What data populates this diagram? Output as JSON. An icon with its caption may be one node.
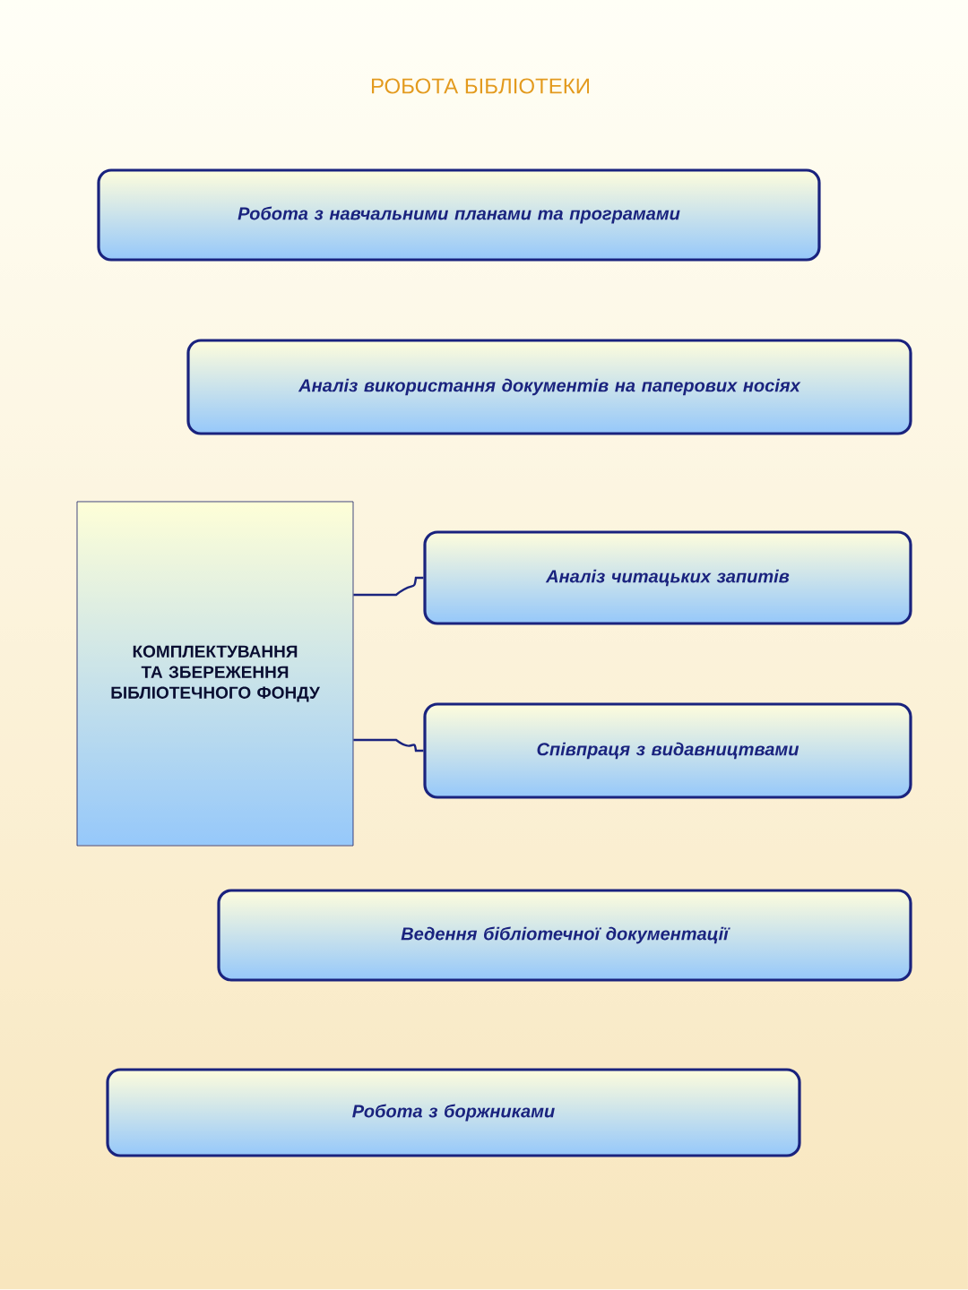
{
  "diagram": {
    "title": "РОБОТА  БІБЛІОТЕКИ",
    "nodes": [
      {
        "text": [
          "Робота з навчальними планами та програмами"
        ]
      },
      {
        "text": [
          "Аналіз використання документів на паперових носіях"
        ]
      },
      {
        "text": [
          "КОМПЛЕКТУВАННЯ ТА ЗБЕРЕЖЕННЯ БІБЛІОТЕЧНОГО ФОНДУ"
        ]
      },
      {
        "text": [
          "Аналіз читацьких запитів"
        ]
      },
      {
        "text": [
          "Співпраця з видавництвами"
        ]
      },
      {
        "text": [
          "Ведення бібліотечної документації"
        ]
      },
      {
        "text": [
          "Робота з боржниками"
        ]
      }
    ],
    "edges": [
      {
        "from": 2,
        "to": 3,
        "arrow": "none"
      },
      {
        "from": 2,
        "to": 4,
        "arrow": "none"
      }
    ]
  }
}
